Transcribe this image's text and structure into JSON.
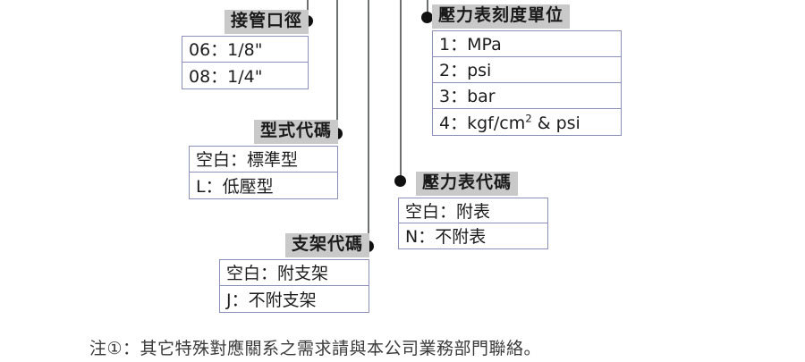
{
  "diagram": {
    "callouts": [
      {
        "id": "port-size",
        "header": "接管口徑",
        "rows": [
          "06：1/8\"",
          "08：1/4\""
        ]
      },
      {
        "id": "pressure-gauge-unit",
        "header": "壓力表刻度單位",
        "rows": [
          "1：MPa",
          "2：psi",
          "3：bar",
          "4：kgf/cm2 & psi"
        ],
        "row_special": {
          "index": 3,
          "prefix": "4：kgf/cm",
          "superscript": "2",
          "suffix": " & psi"
        }
      },
      {
        "id": "type-code",
        "header": "型式代碼",
        "rows": [
          "空白：標準型",
          "L：低壓型"
        ]
      },
      {
        "id": "gauge-code",
        "header": "壓力表代碼",
        "rows": [
          "空白：附表",
          "N：不附表"
        ]
      },
      {
        "id": "bracket-code",
        "header": "支架代碼",
        "rows": [
          "空白：附支架",
          "J：不附支架"
        ]
      }
    ]
  },
  "footnote": {
    "text": "注①：其它特殊對應關系之需求請與本公司業務部門聯絡。"
  },
  "colors": {
    "border": "#8b90b8",
    "header_background": "#c9c9c9",
    "leader_line": "#6f7070",
    "leader_dot": "#111111",
    "text": "#1c1c1c"
  }
}
